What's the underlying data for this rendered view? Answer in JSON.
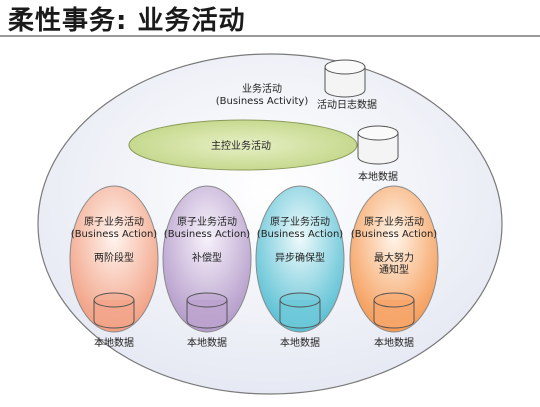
{
  "title": "柔性事务: 业务活动",
  "activity": {
    "name": "业务活动",
    "name_en": "(Business Activity)",
    "log_db": "活动日志数据"
  },
  "main_activity": {
    "label": "主控业务活动",
    "db": "本地数据"
  },
  "actions": [
    {
      "name": "原子业务活动",
      "name_en": "(Business Action)",
      "type_lines": [
        "两阶段型"
      ],
      "db": "本地数据",
      "color": "#f2a58a"
    },
    {
      "name": "原子业务活动",
      "name_en": "(Business Action)",
      "type_lines": [
        "补偿型"
      ],
      "db": "本地数据",
      "color": "#bca3cf"
    },
    {
      "name": "原子业务活动",
      "name_en": "(Business Action)",
      "type_lines": [
        "异步确保型"
      ],
      "db": "本地数据",
      "color": "#6dc9d9"
    },
    {
      "name": "原子业务活动",
      "name_en": "(Business Action)",
      "type_lines": [
        "最大努力",
        "通知型"
      ],
      "db": "本地数据",
      "color": "#f7a66b"
    }
  ],
  "colors": {
    "outer_fill": "#eef0f7",
    "main_fill": "#d3e3a6",
    "db_fill": "#f4f4f4"
  }
}
